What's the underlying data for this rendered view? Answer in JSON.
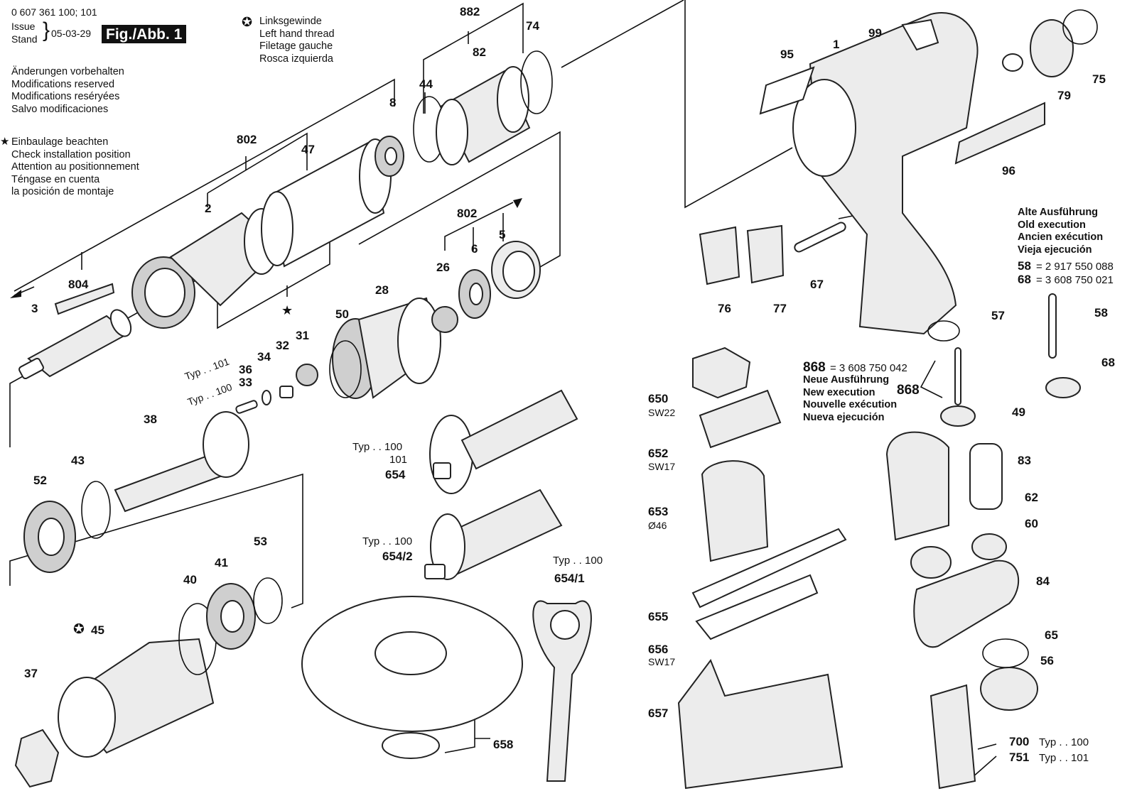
{
  "header": {
    "doc_number": "0 607 361 100; 101",
    "issue_label": "Issue",
    "stand_label": "Stand",
    "date": "05-03-29",
    "fig_badge": "Fig./Abb. 1"
  },
  "notes": {
    "left_hand_thread": [
      "Linksgewinde",
      "Left hand thread",
      "Filetage gauche",
      "Rosca izquierda"
    ],
    "modifications": [
      "Änderungen vorbehalten",
      "Modifications reserved",
      "Modifications reséryées",
      "Salvo modificaciones"
    ],
    "install_position": [
      "Einbaulage beachten",
      "Check installation position",
      "Attention au positionnement",
      "Téngase en cuenta",
      "la posición de montaje"
    ],
    "old_execution": [
      "Alte Ausführung",
      "Old execution",
      "Ancien exécution",
      "Vieja ejecución"
    ],
    "old_58": "= 2 917 550 088",
    "old_68": "= 3 608 750 021",
    "new_868": "= 3 608 750 042",
    "new_execution": [
      "Neue Ausführung",
      "New execution",
      "Nouvelle exécution",
      "Nueva ejecución"
    ]
  },
  "labels": {
    "p882": "882",
    "p74": "74",
    "p82": "82",
    "p44": "44",
    "p8": "8",
    "p802a": "802",
    "p47": "47",
    "p2": "2",
    "p804": "804",
    "p3": "3",
    "p802b": "802",
    "p5": "5",
    "p6": "6",
    "p26": "26",
    "p28": "28",
    "p50": "50",
    "p31": "31",
    "p32": "32",
    "p34": "34",
    "p36": "36",
    "p33": "33",
    "typ101": "Typ . . 101",
    "typ100": "Typ . . 100",
    "p38": "38",
    "p43": "43",
    "p52": "52",
    "p53": "53",
    "p41": "41",
    "p40": "40",
    "p45": "45",
    "p37": "37",
    "p99": "99",
    "p1": "1",
    "p95": "95",
    "p75": "75",
    "p79": "79",
    "p96": "96",
    "p76": "76",
    "p77": "77",
    "p67": "67",
    "p58": "58",
    "p68": "68",
    "p57": "57",
    "p868": "868",
    "p49": "49",
    "p83": "83",
    "p62": "62",
    "p60": "60",
    "p84": "84",
    "p65": "65",
    "p56": "56",
    "p700": "700",
    "p751": "751",
    "typ700": "Typ . . 100",
    "typ751": "Typ . . 101",
    "p650": "650",
    "sw22": "SW22",
    "p652": "652",
    "sw17a": "SW17",
    "p653": "653",
    "d46": "Ø46",
    "p655": "655",
    "p656": "656",
    "sw17b": "SW17",
    "p657": "657",
    "typ654a": "Typ . . 100",
    "typ654b": "101",
    "p654": "654",
    "typ6542": "Typ . . 100",
    "p6542": "654/2",
    "typ6541": "Typ . . 100",
    "p6541": "654/1",
    "p658": "658",
    "old58": "58",
    "old68": "68",
    "new868": "868"
  }
}
